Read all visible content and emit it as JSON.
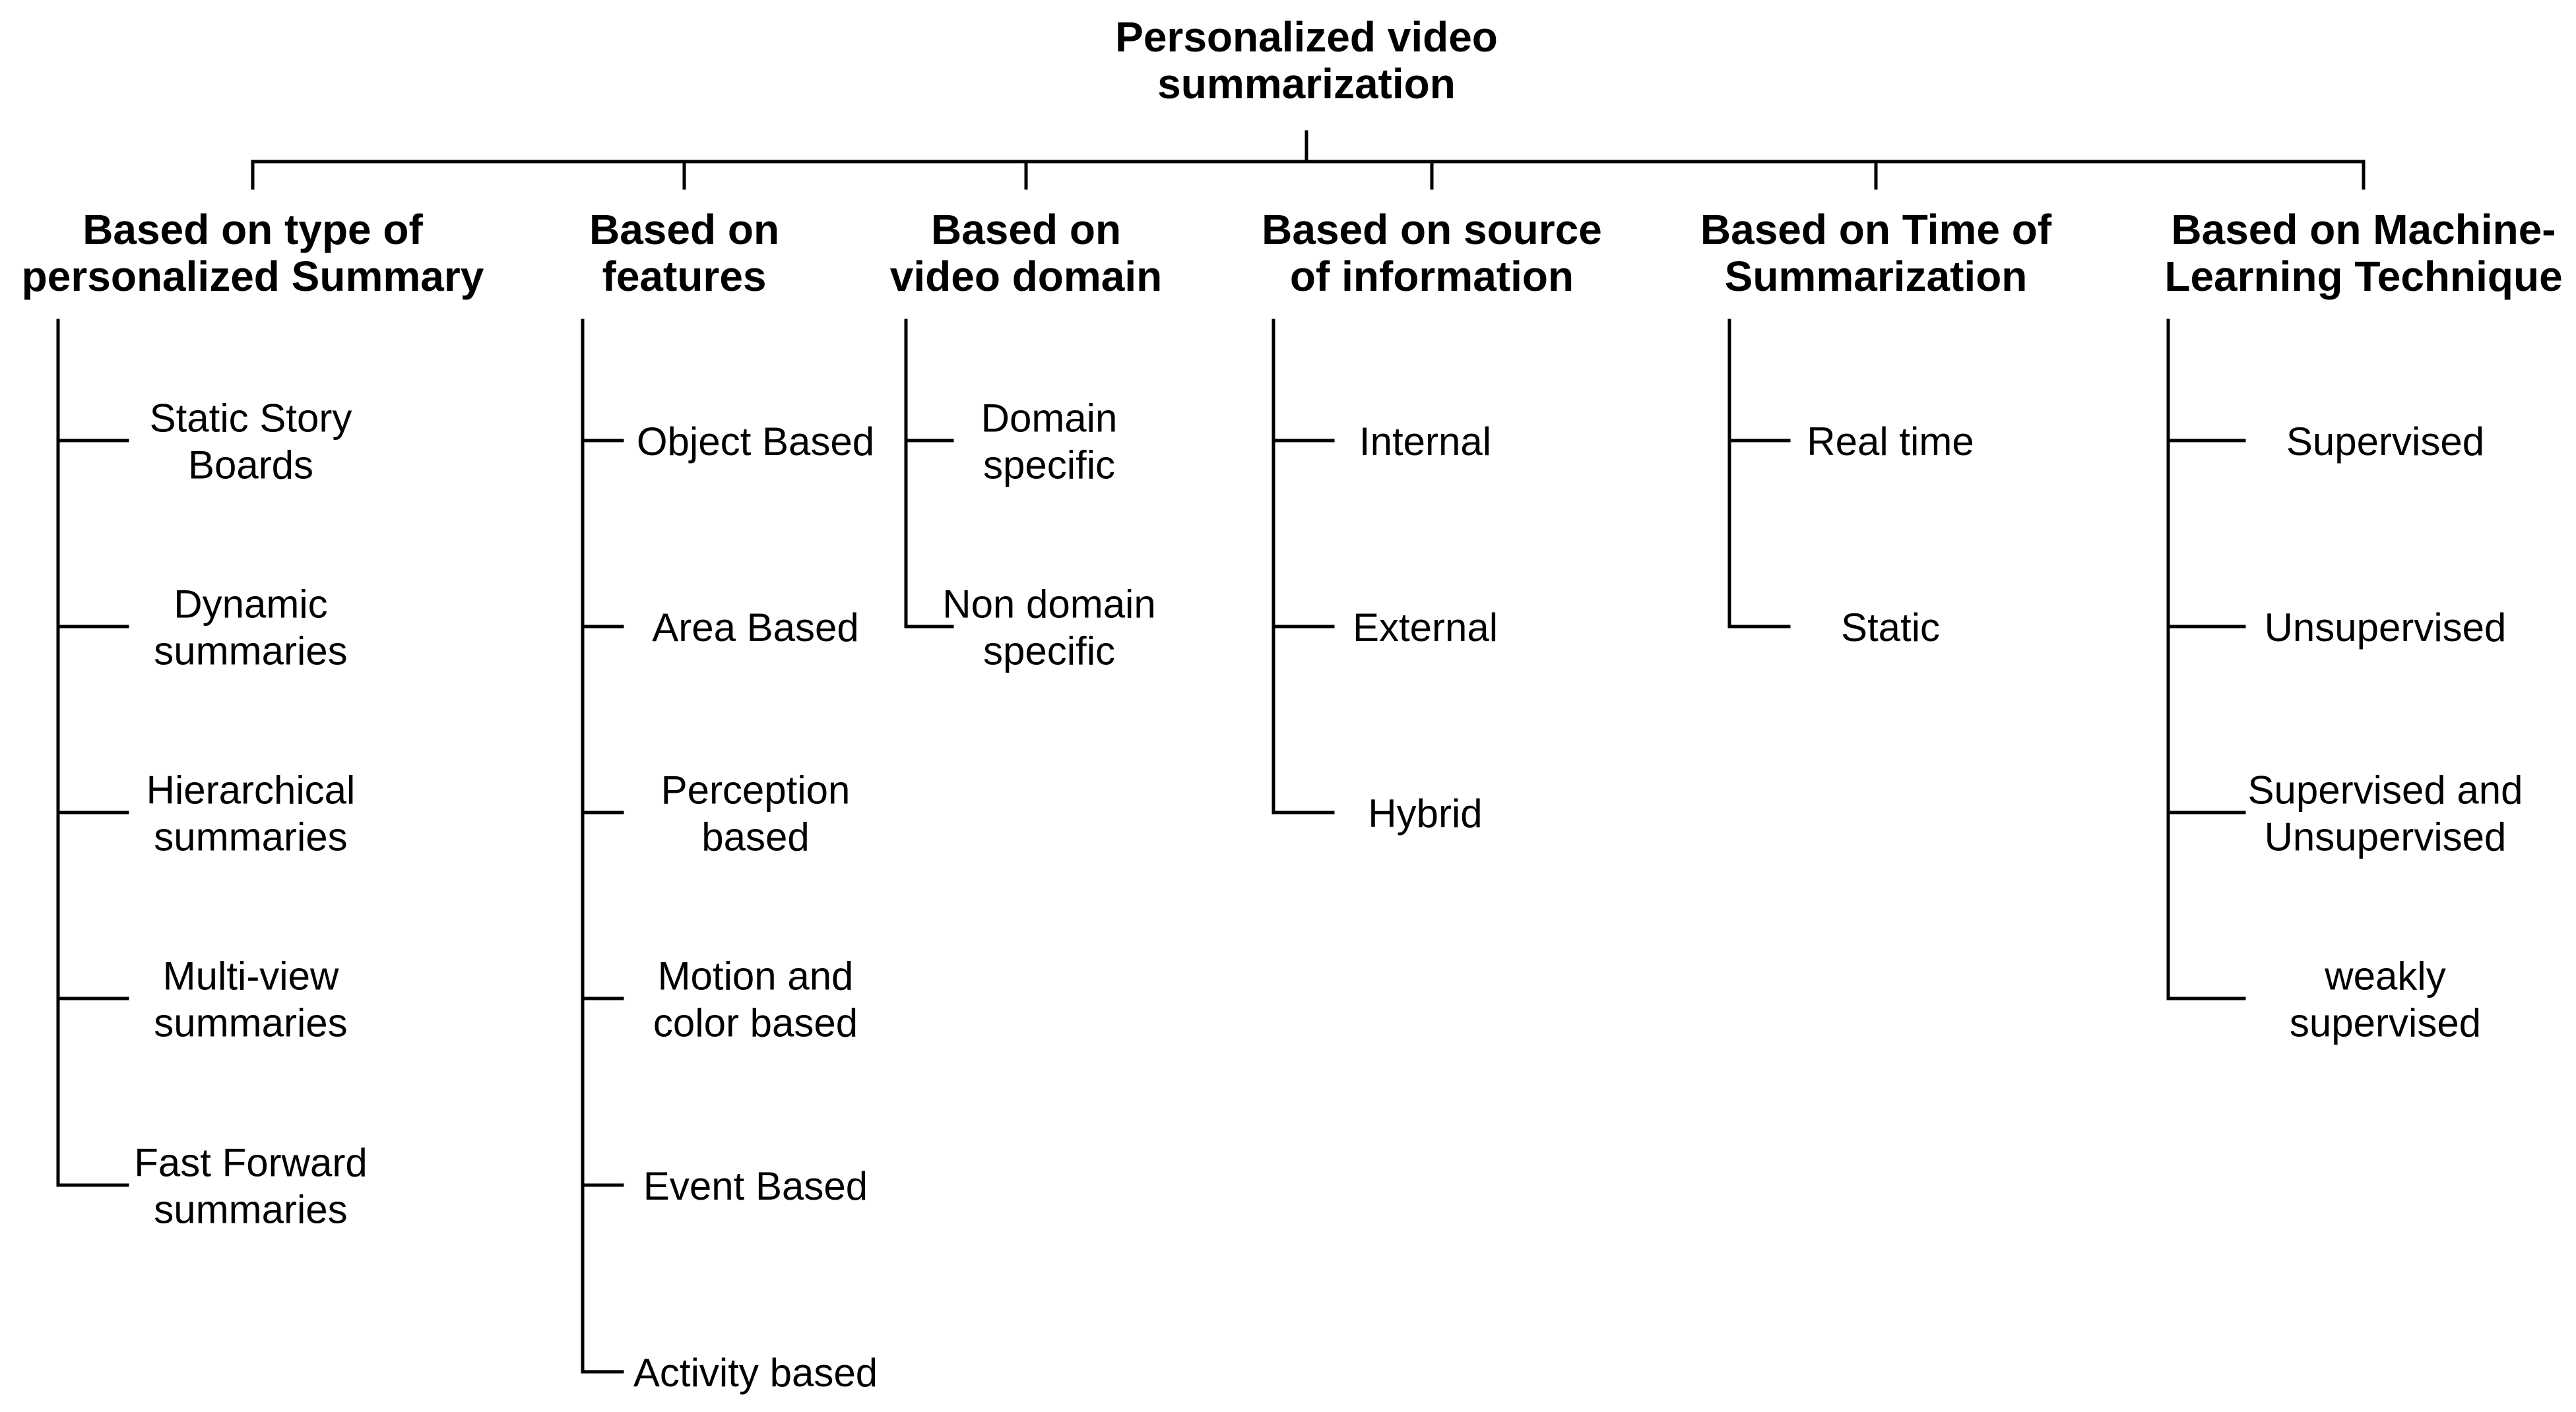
{
  "colors": {
    "background": "#ffffff",
    "ink": "#000000"
  },
  "root": {
    "lines": [
      "Personalized video",
      "summarization"
    ]
  },
  "categories": [
    {
      "lines": [
        "Based on type of",
        "personalized Summary"
      ],
      "items": [
        [
          "Static Story",
          "Boards"
        ],
        [
          "Dynamic",
          "summaries"
        ],
        [
          "Hierarchical",
          "summaries"
        ],
        [
          "Multi-view",
          "summaries"
        ],
        [
          "Fast Forward",
          "summaries"
        ]
      ]
    },
    {
      "lines": [
        "Based on",
        "features"
      ],
      "items": [
        [
          "Object  Based"
        ],
        [
          "Area Based"
        ],
        [
          "Perception",
          "based"
        ],
        [
          "Motion and",
          "color based"
        ],
        [
          "Event Based"
        ],
        [
          "Activity based"
        ]
      ]
    },
    {
      "lines": [
        "Based on",
        "video domain"
      ],
      "items": [
        [
          "Domain",
          "specific"
        ],
        [
          "Non domain",
          "specific"
        ]
      ]
    },
    {
      "lines": [
        "Based on source",
        "of information"
      ],
      "items": [
        [
          "Internal"
        ],
        [
          "External"
        ],
        [
          "Hybrid"
        ]
      ]
    },
    {
      "lines": [
        "Based on Time of",
        "Summarization"
      ],
      "items": [
        [
          "Real time"
        ],
        [
          "Static"
        ]
      ]
    },
    {
      "lines": [
        "Based on Machine-",
        "Learning Technique"
      ],
      "items": [
        [
          "Supervised"
        ],
        [
          "Unsupervised"
        ],
        [
          "Supervised and",
          "Unsupervised"
        ],
        [
          "weakly",
          "supervised"
        ]
      ]
    }
  ]
}
